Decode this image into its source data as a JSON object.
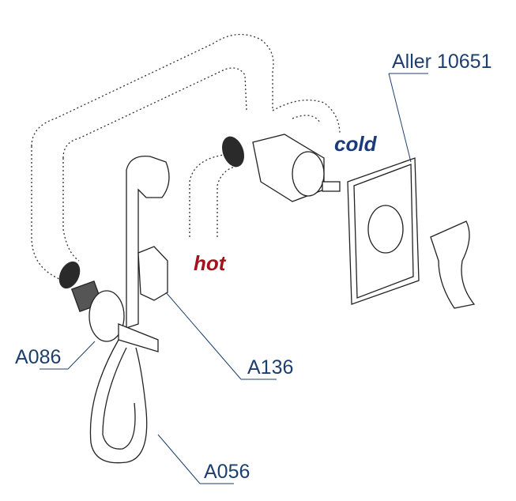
{
  "labels": {
    "panel": "Aller 10651",
    "cold": "cold",
    "hot": "hot",
    "valve": "A086",
    "holder": "A136",
    "hose": "A056"
  },
  "colors": {
    "label": "#1d3f6e",
    "cold": "#1b3a7c",
    "hot": "#a3121f",
    "line": "#222222",
    "cap": "#2a2a2a"
  }
}
